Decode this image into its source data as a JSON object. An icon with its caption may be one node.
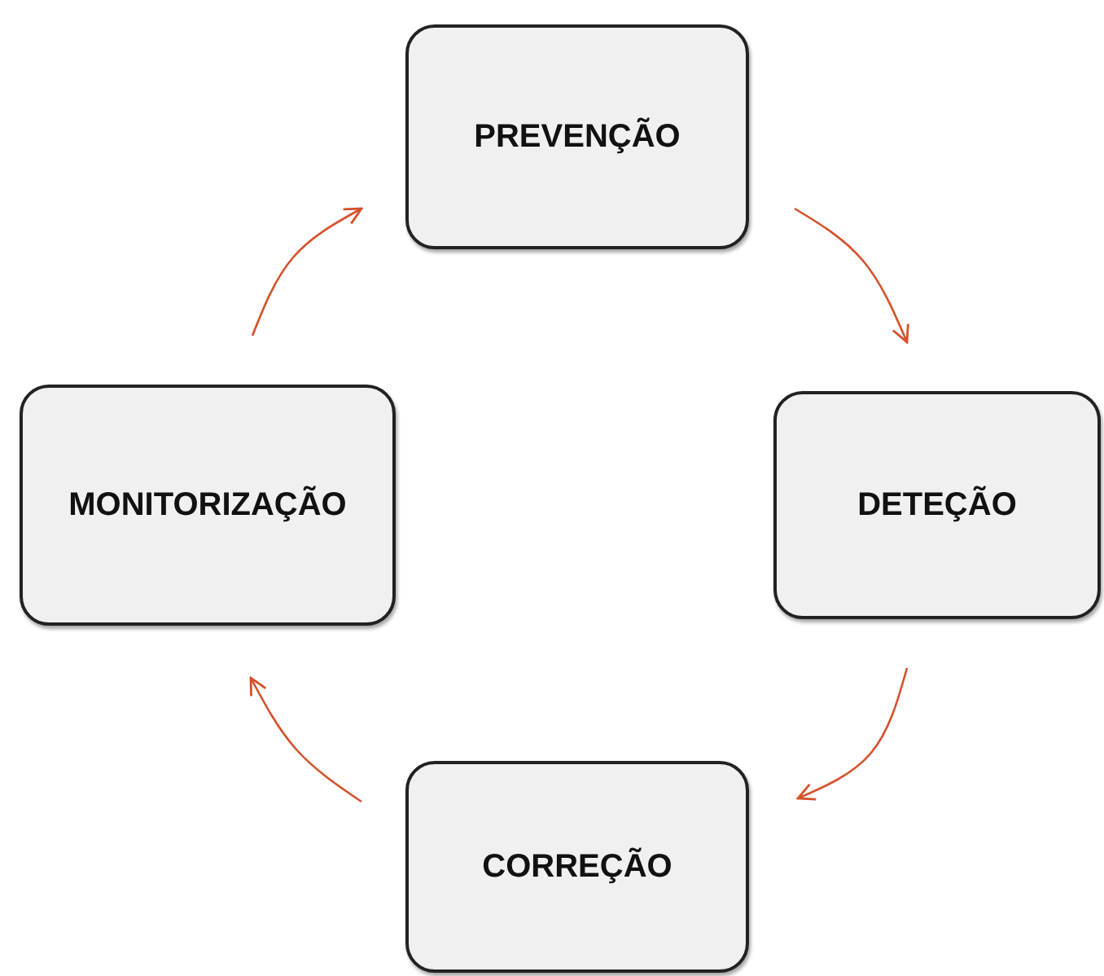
{
  "diagram": {
    "nodes": [
      {
        "text": [
          "PREVENÇÃO"
        ]
      },
      {
        "text": [
          "DETEÇÃO"
        ]
      },
      {
        "text": [
          "CORREÇÃO"
        ]
      },
      {
        "text": [
          "MONITORIZAÇÃO"
        ]
      }
    ],
    "edges": [
      {
        "from": 0,
        "to": 1,
        "arrow": "to"
      },
      {
        "from": 1,
        "to": 2,
        "arrow": "to"
      },
      {
        "from": 2,
        "to": 3,
        "arrow": "to"
      },
      {
        "from": 3,
        "to": 0,
        "arrow": "to"
      }
    ]
  }
}
